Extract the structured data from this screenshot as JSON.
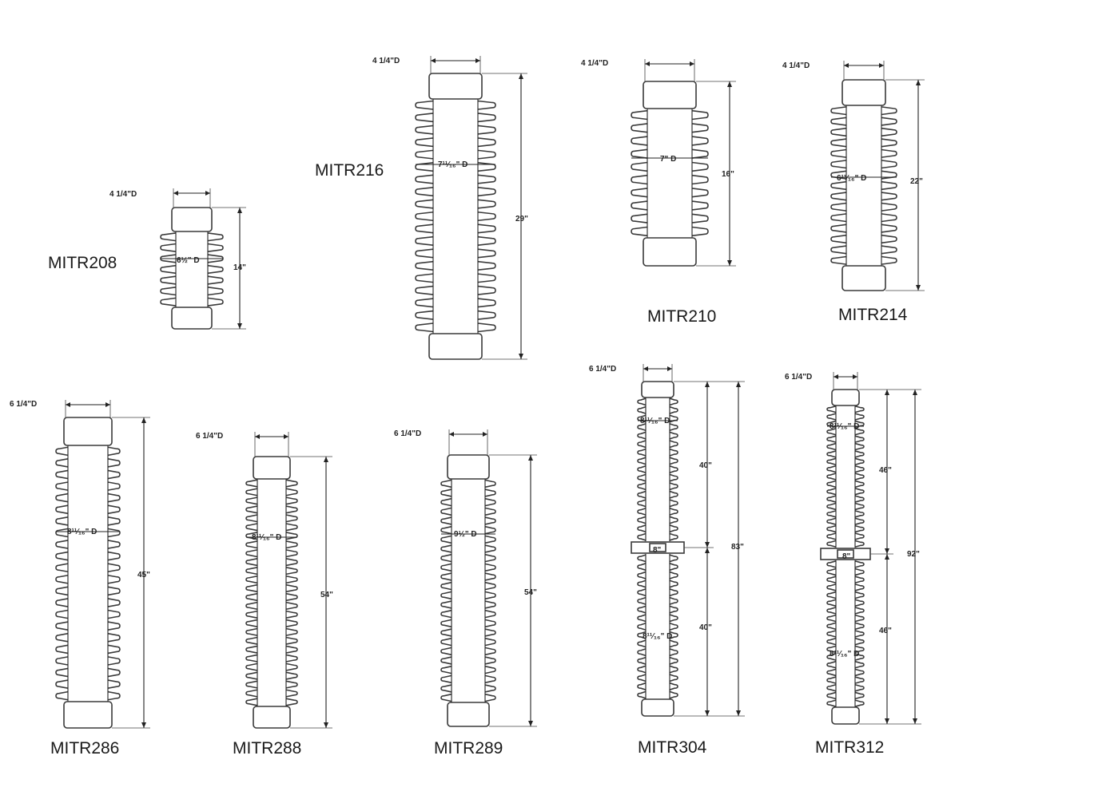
{
  "colors": {
    "ink": "#3a3a3a",
    "background": "#ffffff",
    "label": "#1a1a1a"
  },
  "insulators": [
    {
      "model": "MITR208",
      "top_diameter": "4 1/4\"D",
      "shed_diameter": "6½\" D",
      "heights": [
        "14\""
      ]
    },
    {
      "model": "MITR216",
      "top_diameter": "4 1/4\"D",
      "shed_diameter": "7¹¹⁄₁₆\" D",
      "heights": [
        "29\""
      ]
    },
    {
      "model": "MITR210",
      "top_diameter": "4 1/4\"D",
      "shed_diameter": "7\" D",
      "heights": [
        "16\""
      ]
    },
    {
      "model": "MITR214",
      "top_diameter": "4 1/4\"D",
      "shed_diameter": "6¹¹⁄₁₆\" D",
      "heights": [
        "22\""
      ]
    },
    {
      "model": "MITR286",
      "top_diameter": "6 1/4\"D",
      "shed_diameter": "8¹¹⁄₁₆\" D",
      "heights": [
        "45\""
      ]
    },
    {
      "model": "MITR288",
      "top_diameter": "6 1/4\"D",
      "shed_diameter": "8¹¹⁄₁₆\" D",
      "heights": [
        "54\""
      ]
    },
    {
      "model": "MITR289",
      "top_diameter": "6 1/4\"D",
      "shed_diameter": "9½\" D",
      "heights": [
        "54\""
      ]
    },
    {
      "model": "MITR304",
      "top_diameter": "6 1/4\"D",
      "shed_diameter": "8¹¹⁄₁₆\" D",
      "shed_diameter_lower": "8¹¹⁄₁₆\" D",
      "flange_label": "8\"",
      "heights": [
        "40\"",
        "40\"",
        "83\""
      ]
    },
    {
      "model": "MITR312",
      "top_diameter": "6 1/4\"D",
      "shed_diameter": "8¹¹⁄₁₆\" D",
      "shed_diameter_lower": "8¹¹⁄₁₆\" D",
      "flange_label": "8\"",
      "heights": [
        "46\"",
        "46\"",
        "92\""
      ]
    }
  ]
}
